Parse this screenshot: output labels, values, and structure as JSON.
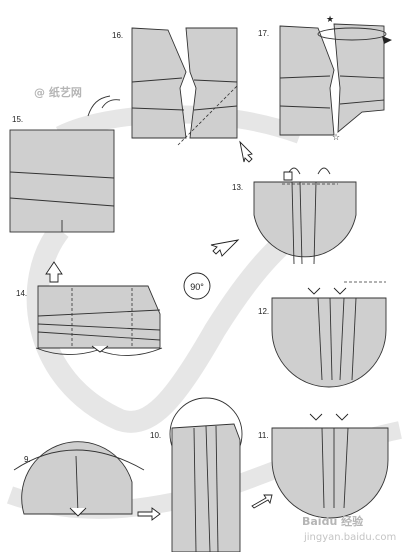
{
  "steps": [
    {
      "number": "16.",
      "id": "16"
    },
    {
      "number": "17.",
      "id": "17"
    },
    {
      "number": "15.",
      "id": "15"
    },
    {
      "number": "13.",
      "id": "13"
    },
    {
      "number": "14.",
      "id": "14"
    },
    {
      "number": "12.",
      "id": "12"
    },
    {
      "number": "9.",
      "id": "9"
    },
    {
      "number": "10.",
      "id": "10"
    },
    {
      "number": "11.",
      "id": "11"
    }
  ],
  "rotate_badge": "90°",
  "watermark_top": "@ 纸艺网",
  "watermark_bottom": "Baidu 经验",
  "watermark_bottom_url": "jingyan.baidu.com",
  "colors": {
    "paper": "#cfcfcf",
    "ring": "#e6e6e6",
    "line": "#333333"
  }
}
